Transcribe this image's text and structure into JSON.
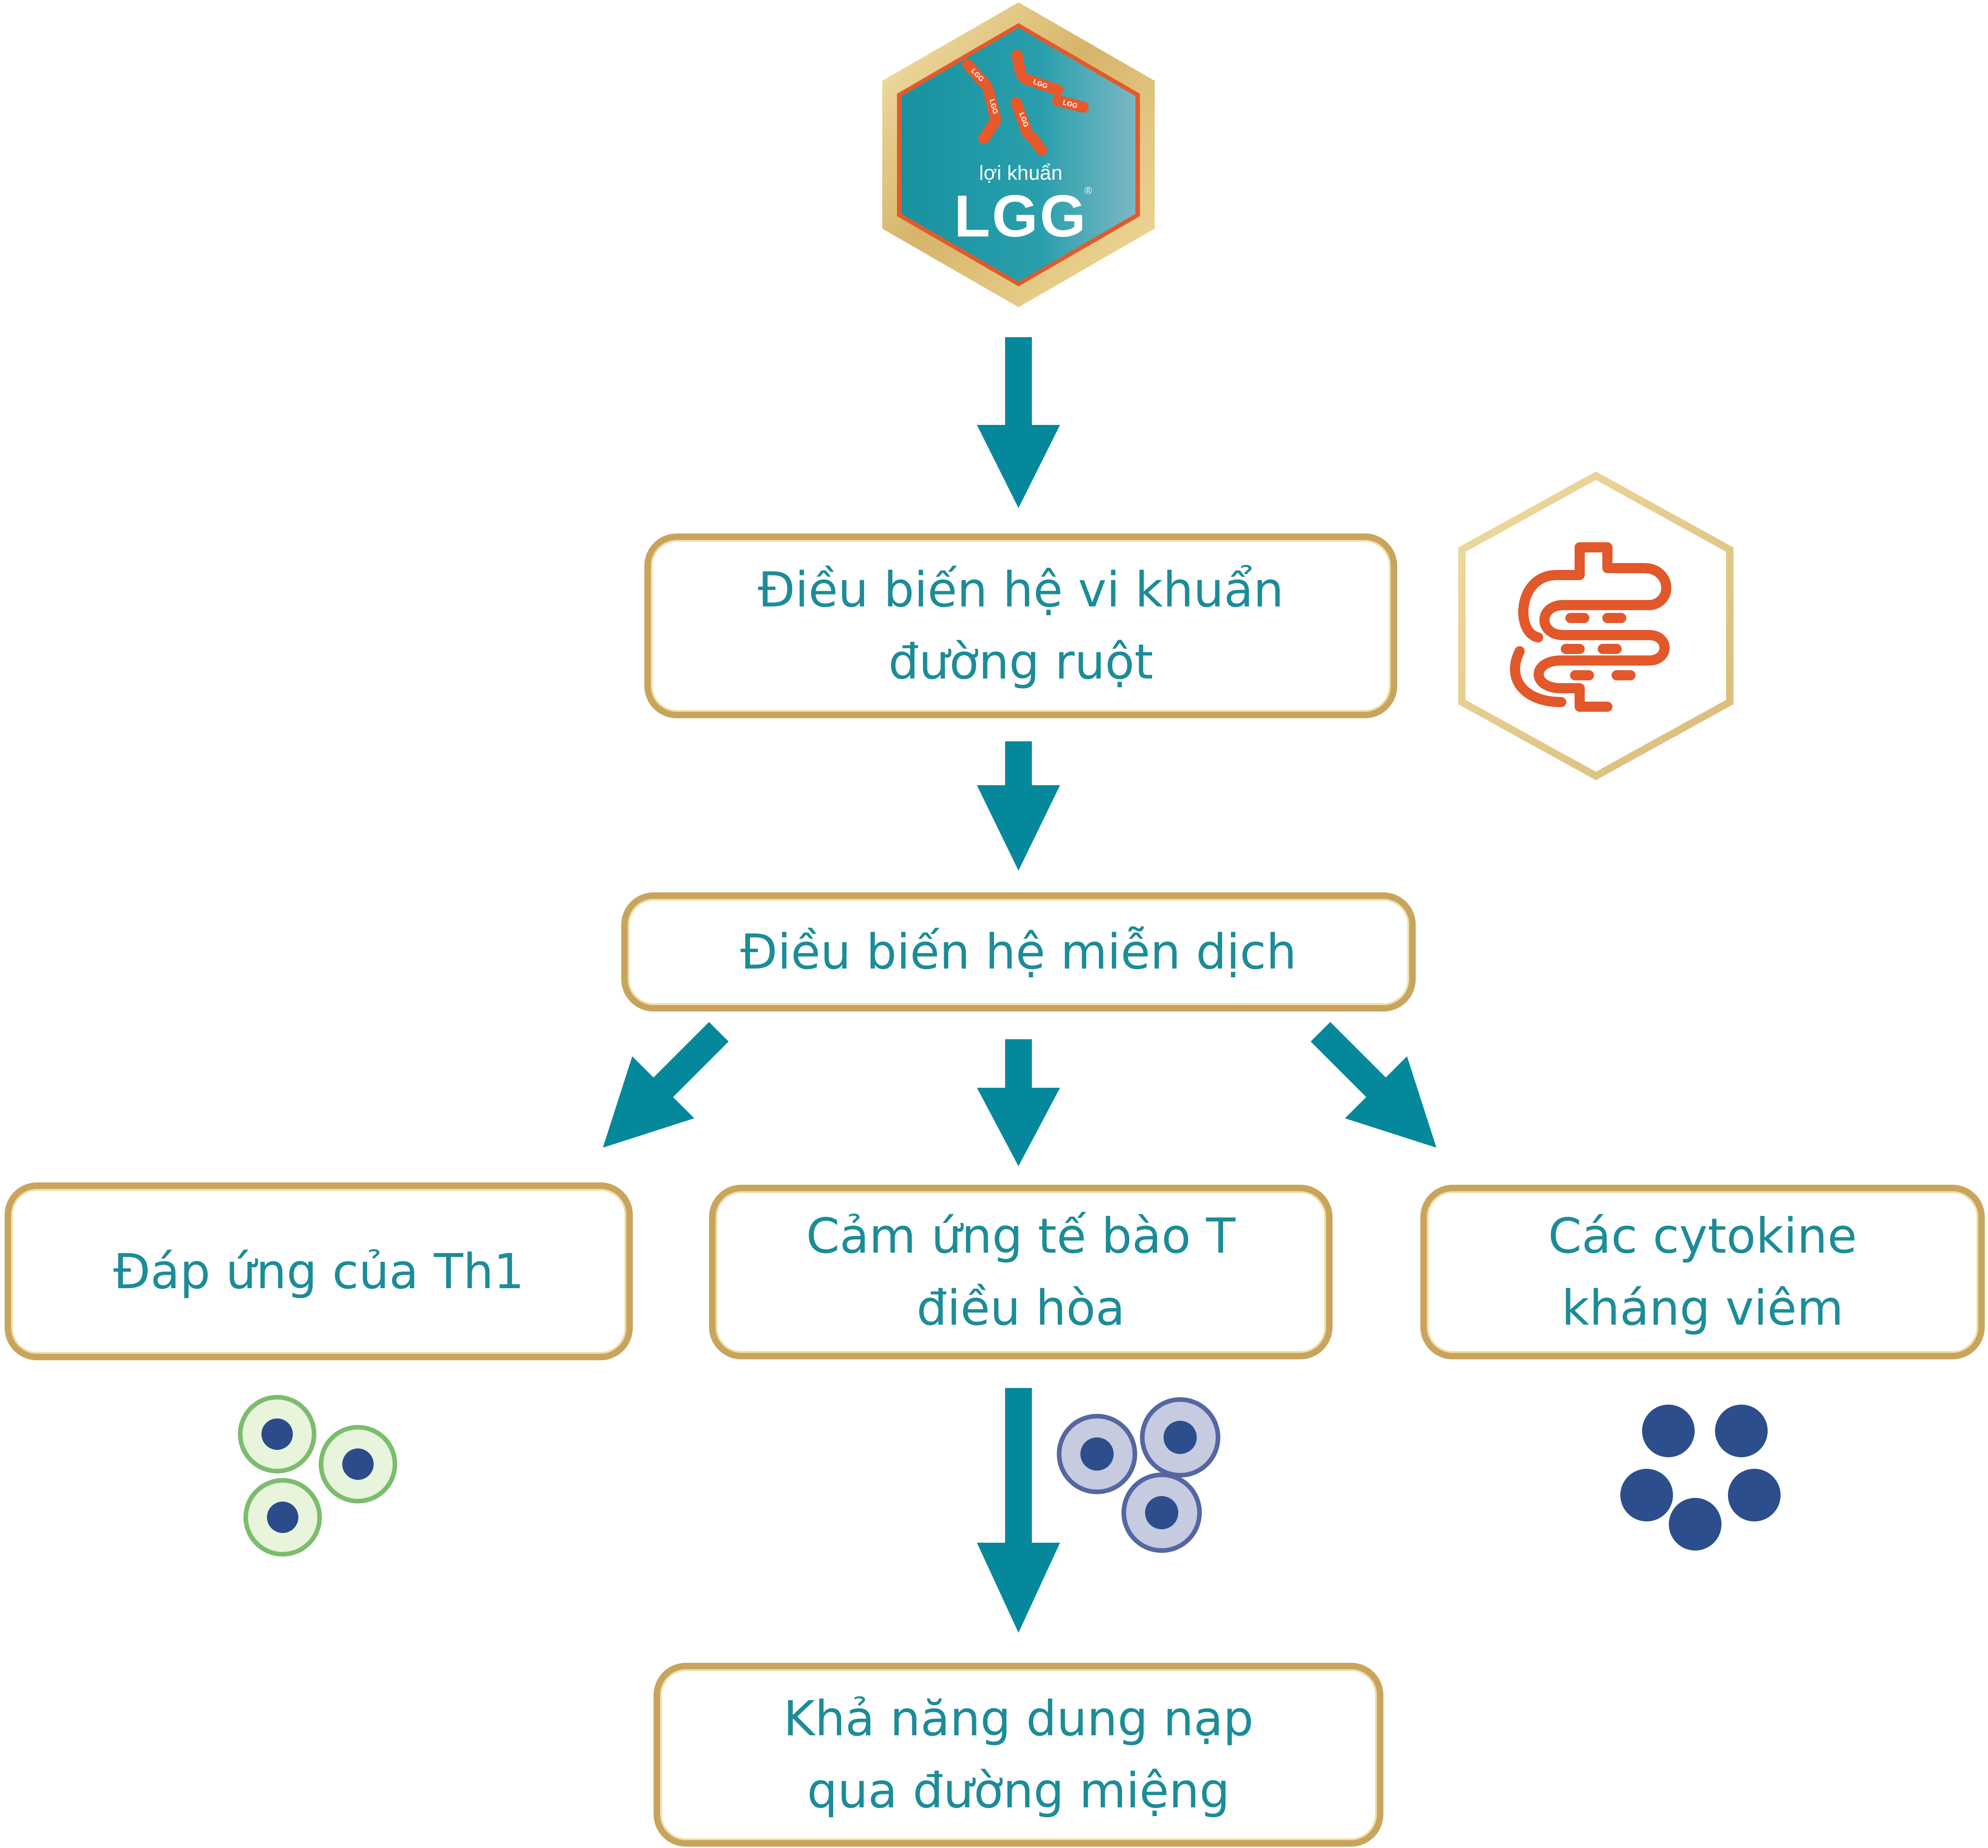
{
  "logo": {
    "small_text": "lợi khuẩn",
    "brand": "LGG",
    "mark": "®",
    "strain_label": "LGG"
  },
  "boxes": {
    "gut": {
      "line1": "Điều biến hệ vi khuẩn",
      "line2": "đường ruột"
    },
    "immune": {
      "line1": "Điều biến hệ miễn dịch"
    },
    "th1": {
      "line1": "Đáp ứng của Th1"
    },
    "treg": {
      "line1": "Cảm ứng tế bào T",
      "line2": "điều hòa"
    },
    "cytokine": {
      "line1": "Các cytokine",
      "line2": "kháng viêm"
    },
    "oral": {
      "line1": "Khả năng dung nạp",
      "line2": "qua đường miệng"
    }
  },
  "icons": {
    "intestine": "intestine-icon",
    "th1_cells": "green-cells-icon",
    "treg_cells": "blue-gray-cells-icon",
    "cytokines": "navy-dots-icon"
  },
  "colors": {
    "arrow": "#06889c",
    "text": "#1b8c98",
    "gold": "#c9a45c",
    "logo_teal": "#1f98a6",
    "bacteria_orange": "#e8582a",
    "intestine_orange": "#e2582b",
    "cell_green": "#7cbd6d",
    "cell_blue": "#5567a1",
    "cell_navy": "#2d4e8c"
  }
}
